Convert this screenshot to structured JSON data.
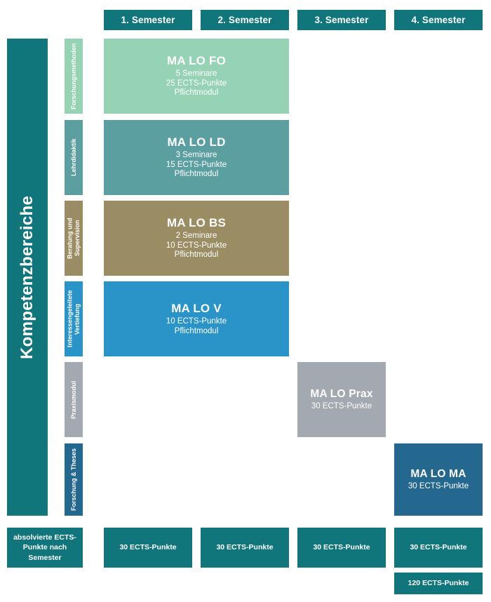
{
  "diagram": {
    "title_vertical": "Kompetenzbereiche",
    "colors": {
      "teal": "#10767b",
      "mint": "#95d3b4",
      "seagreen": "#5b9fa1",
      "khaki": "#9a8d63",
      "blue": "#2a94c8",
      "grey": "#a3a9b0",
      "navy": "#25688f"
    }
  },
  "semesters": [
    {
      "label": "1. Semester"
    },
    {
      "label": "2. Semester"
    },
    {
      "label": "3. Semester"
    },
    {
      "label": "4. Semester"
    }
  ],
  "categories": [
    {
      "label": "Forschungsmethoden",
      "color": "#95d3b4"
    },
    {
      "label": "Lehrdidaktik",
      "color": "#5b9fa1"
    },
    {
      "label": "Beratung und\nSupervision",
      "color": "#9a8d63"
    },
    {
      "label": "Interessengeleitete\nVertiefung",
      "color": "#2a94c8"
    },
    {
      "label": "Praxismodul",
      "color": "#a3a9b0"
    },
    {
      "label": "Forschung & Theses",
      "color": "#25688f"
    }
  ],
  "modules": [
    {
      "code": "MA LO FO",
      "seminars": "5 Seminare",
      "ects": "25 ECTS-Punkte",
      "type": "Pflichtmodul",
      "color": "#95d3b4"
    },
    {
      "code": "MA LO LD",
      "seminars": "3 Seminare",
      "ects": "15 ECTS-Punkte",
      "type": "Pflichtmodul",
      "color": "#5b9fa1"
    },
    {
      "code": "MA LO BS",
      "seminars": "2 Seminare",
      "ects": "10 ECTS-Punkte",
      "type": "Pflichtmodul",
      "color": "#9a8d63"
    },
    {
      "code": "MA LO V",
      "seminars": "",
      "ects": "10 ECTS-Punkte",
      "type": "Pflichtmodul",
      "color": "#2a94c8"
    },
    {
      "code": "MA LO Prax",
      "seminars": "",
      "ects": "30 ECTS-Punkte",
      "type": "",
      "color": "#a3a9b0"
    },
    {
      "code": "MA LO MA",
      "seminars": "",
      "ects": "30 ECTS-Punkte",
      "type": "",
      "color": "#25688f"
    }
  ],
  "summary": {
    "row_label": "absolvierte ECTS-\nPunkte nach Semester",
    "per_semester": [
      "30 ECTS-Punkte",
      "30 ECTS-Punkte",
      "30 ECTS-Punkte",
      "30 ECTS-Punkte"
    ],
    "total": "120 ECTS-Punkte"
  }
}
